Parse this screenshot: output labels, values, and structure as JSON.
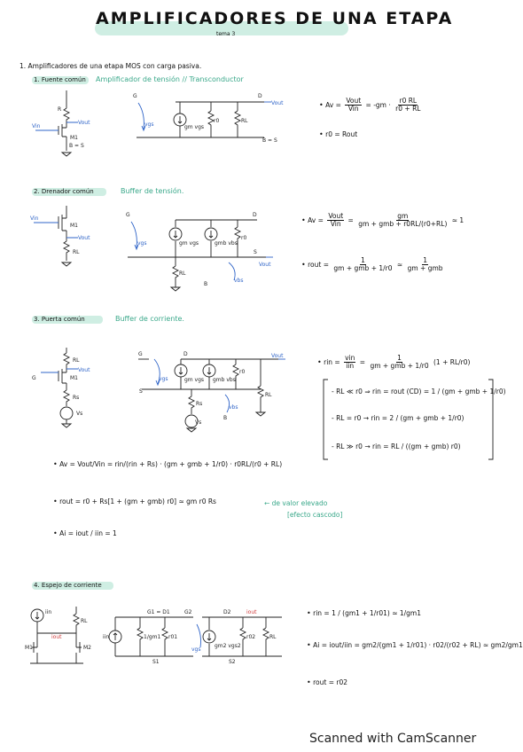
{
  "header": {
    "title": "AMPLIFICADORES DE UNA ETAPA",
    "subtitle": "tema 3"
  },
  "section1": {
    "heading": "1. Amplificadores de una etapa MOS con carga pasiva.",
    "sub1": {
      "heading": "1. Fuente común",
      "note": "Amplificador de tensión // Transconductor",
      "av_lhs": "Av =",
      "av_frac_n": "Vout",
      "av_frac_d": "Vin",
      "av_mid": "= -gm ·",
      "av_frac2_n": "r0 RL",
      "av_frac2_d": "r0 + RL",
      "ro_eq": "r0 = Rout"
    },
    "sub2": {
      "heading": "2. Drenador común",
      "note": "Buffer de tensión.",
      "av_lhs": "Av =",
      "av_frac_n": "Vout",
      "av_frac_d": "Vin",
      "av_frac2_n": "gm",
      "av_frac2_d": "gm + gmb + r0RL/(r0+RL)",
      "av_tail": "≃ 1",
      "rout_lhs": "rout =",
      "rout_frac_n": "1",
      "rout_frac_d": "gm + gmb + 1/r0",
      "rout_mid": "≃",
      "rout_frac2_n": "1",
      "rout_frac2_d": "gm + gmb"
    },
    "sub3": {
      "heading": "3. Puerta común",
      "note": "Buffer de corriente.",
      "rin_lhs": "rin =",
      "rin_frac_n": "vin",
      "rin_frac_d": "iin",
      "rin_frac2_n": "1",
      "rin_frac2_d": "gm + gmb + 1/r0",
      "rin_tail": "(1 + RL/r0)",
      "case1": "- RL ≪ r0 ⇒ rin = rout (CD) = 1 / (gm + gmb + 1/r0)",
      "case2": "- RL = r0 → rin = 2 / (gm + gmb + 1/r0)",
      "case3": "- RL ≫ r0 → rin = RL / ((gm + gmb) r0)",
      "av_eq": "Av = Vout/Vin = rin/(rin + Rs) · (gm + gmb + 1/r0) · r0RL/(r0 + RL)",
      "rout_eq": "rout = r0 + Rs[1 + (gm + gmb) r0] ≃ gm r0 Rs",
      "note2": "← de valor elevado",
      "note3": "[efecto cascodo]",
      "ai_eq": "Ai = iout / iin = 1"
    },
    "sub4": {
      "heading": "4. Espejo de corriente",
      "rin_eq": "rin = 1 / (gm1 + 1/r01) ≃ 1/gm1",
      "ai_eq": "Ai = iout/iin = gm2/(gm1 + 1/r01) · r02/(r02 + RL) ≃ gm2/gm1",
      "rout_eq": "rout = r02"
    }
  },
  "labels": {
    "d": "D",
    "g": "G",
    "s": "S",
    "b": "B",
    "vout": "Vout",
    "vin": "Vin",
    "rl": "RL",
    "ro": "r0",
    "vgs": "vgs",
    "vbs": "vbs",
    "gmvgs": "gm vgs",
    "gmbvbs": "gmb vbs",
    "bs": "B = S",
    "m1": "M1",
    "m2": "M2",
    "rs": "Rs",
    "vs": "Vs",
    "iin": "iin",
    "iout": "iout",
    "g1d1": "G1 = D1",
    "g2": "G2",
    "d2": "D2",
    "s1": "S1",
    "s2": "S2",
    "r01": "r01",
    "r02": "r02",
    "gm1": "1/gm1",
    "gm2vgs2": "gm2 vgs2"
  },
  "footer": {
    "text": "Scanned with CamScanner"
  }
}
